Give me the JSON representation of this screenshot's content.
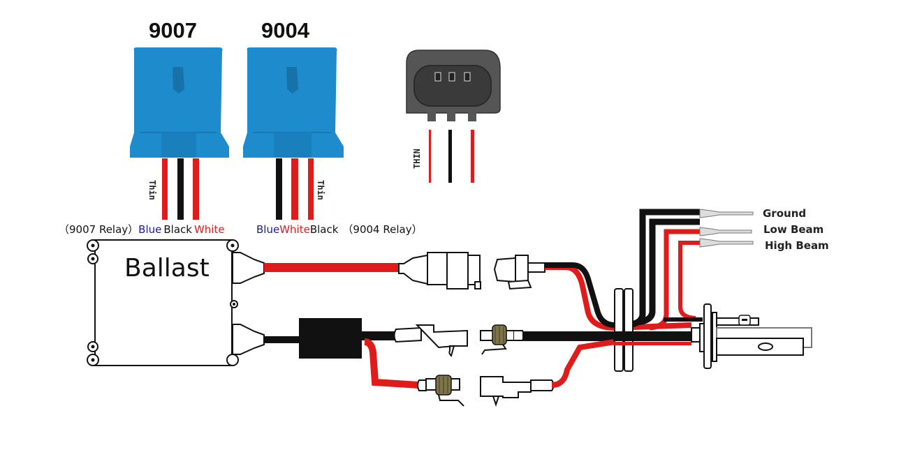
{
  "colors": {
    "relay_blue": "#1e8ccc",
    "relay_blue_dark": "#1672a8",
    "wire_red": "#e01b1b",
    "wire_black": "#111111",
    "label_blue": "#1a1aa0",
    "label_red": "#e01b1b",
    "connector_gray": "#555555",
    "coil_olive": "#7d7448"
  },
  "relays": [
    {
      "title": "9007",
      "thin_label": "Thin"
    },
    {
      "title": "9004",
      "thin_label": "Thin"
    }
  ],
  "connector": {
    "thin_label": "THIN"
  },
  "legend_9007": {
    "prefix": "（9007 Relay）",
    "c1": "Blue",
    "c2": "Black",
    "c3": "White"
  },
  "legend_9004": {
    "c1": "Blue",
    "c2": "White",
    "c3": "Black",
    "suffix": "（9004 Relay）"
  },
  "ballast": {
    "label": "Ballast"
  },
  "terminals": {
    "ground": "Ground",
    "low_beam": "Low Beam",
    "high_beam": "High Beam"
  }
}
